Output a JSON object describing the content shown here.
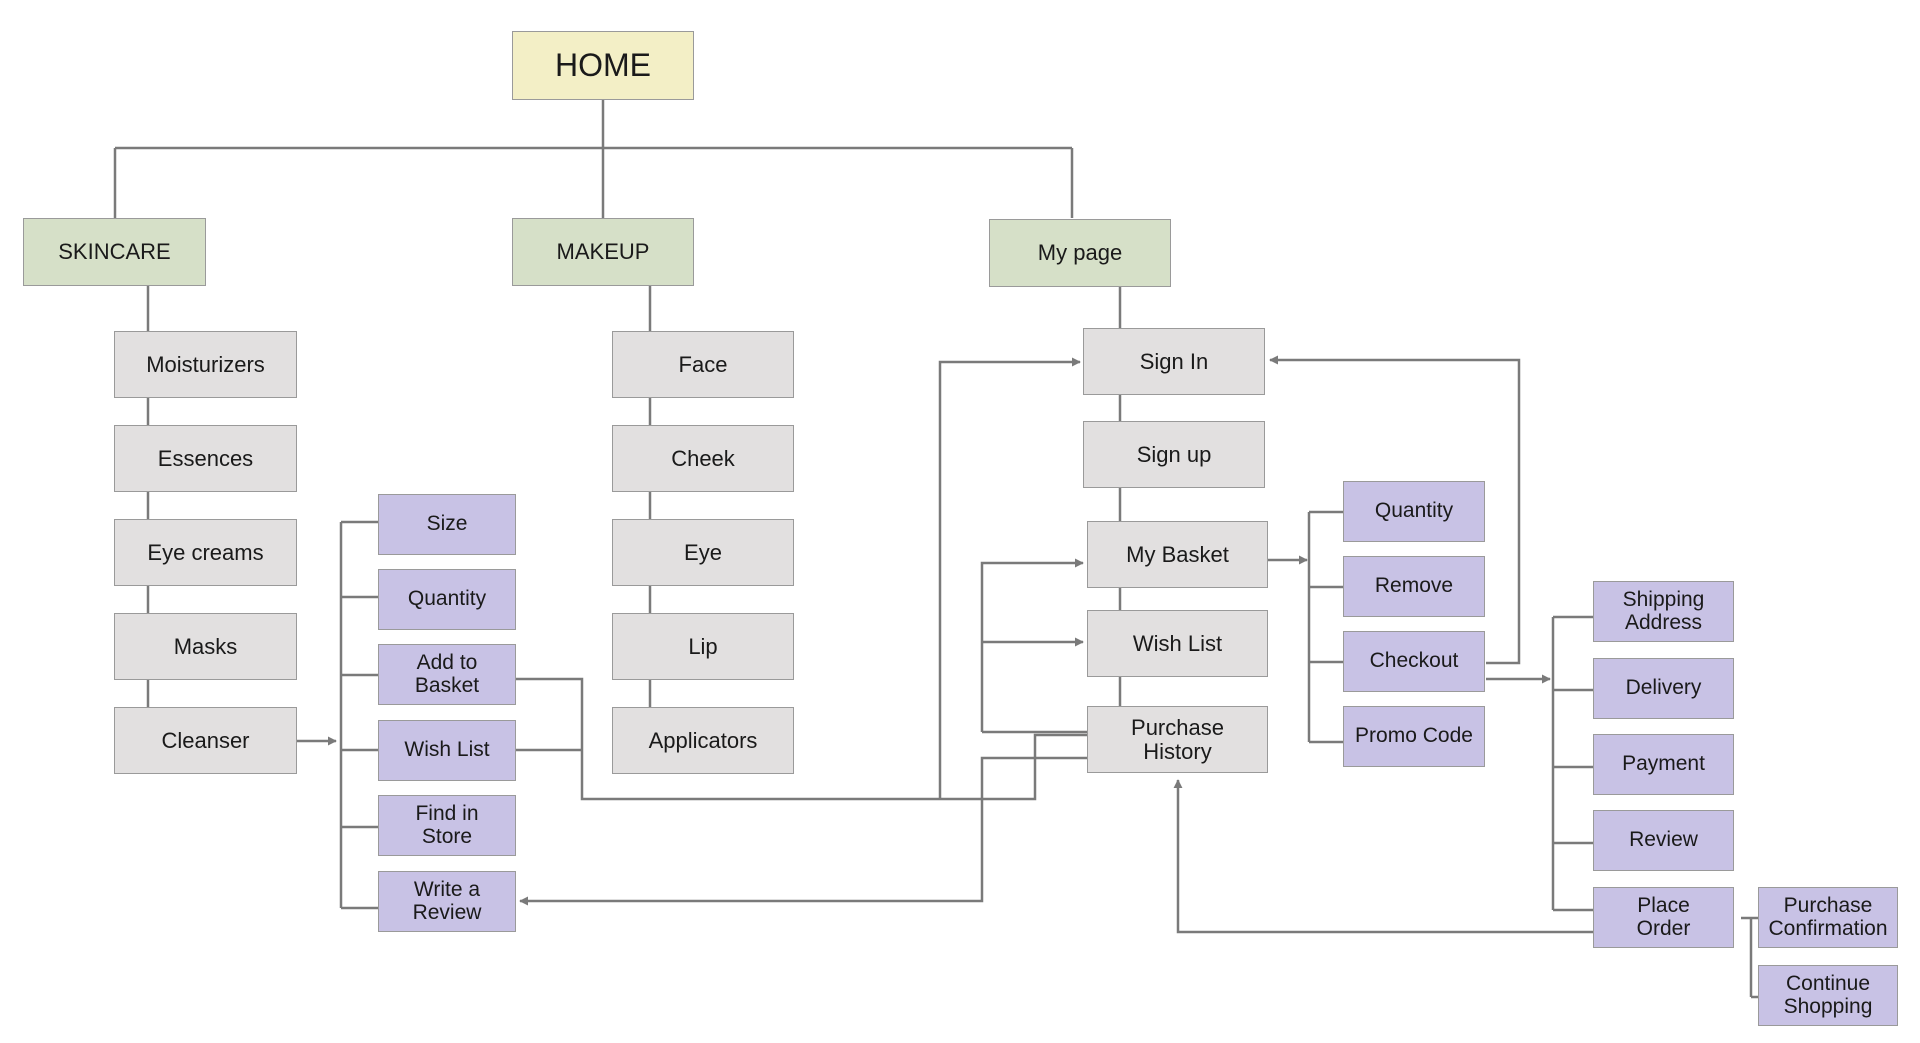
{
  "colors": {
    "root": "#f3efc6",
    "category": "#d6e0c8",
    "page": "#e2e0e0",
    "action": "#c8c2e5",
    "line": "#7a7a7a"
  },
  "home": "HOME",
  "categories": {
    "skincare": "SKINCARE",
    "makeup": "MAKEUP",
    "mypage": "My page"
  },
  "skincare": {
    "pages": [
      "Moisturizers",
      "Essences",
      "Eye creams",
      "Masks",
      "Cleanser"
    ],
    "product_actions": [
      "Size",
      "Quantity",
      "Add to\nBasket",
      "Wish List",
      "Find in\nStore",
      "Write a\nReview"
    ]
  },
  "makeup": {
    "pages": [
      "Face",
      "Cheek",
      "Eye",
      "Lip",
      "Applicators"
    ]
  },
  "mypage": {
    "pages": [
      "Sign In",
      "Sign up",
      "My Basket",
      "Wish List",
      "Purchase\nHistory"
    ],
    "basket_actions": [
      "Quantity",
      "Remove",
      "Checkout",
      "Promo Code"
    ],
    "checkout_steps": [
      "Shipping\nAddress",
      "Delivery",
      "Payment",
      "Review",
      "Place\nOrder"
    ],
    "order_outcomes": [
      "Purchase\nConfirmation",
      "Continue\nShopping"
    ]
  }
}
